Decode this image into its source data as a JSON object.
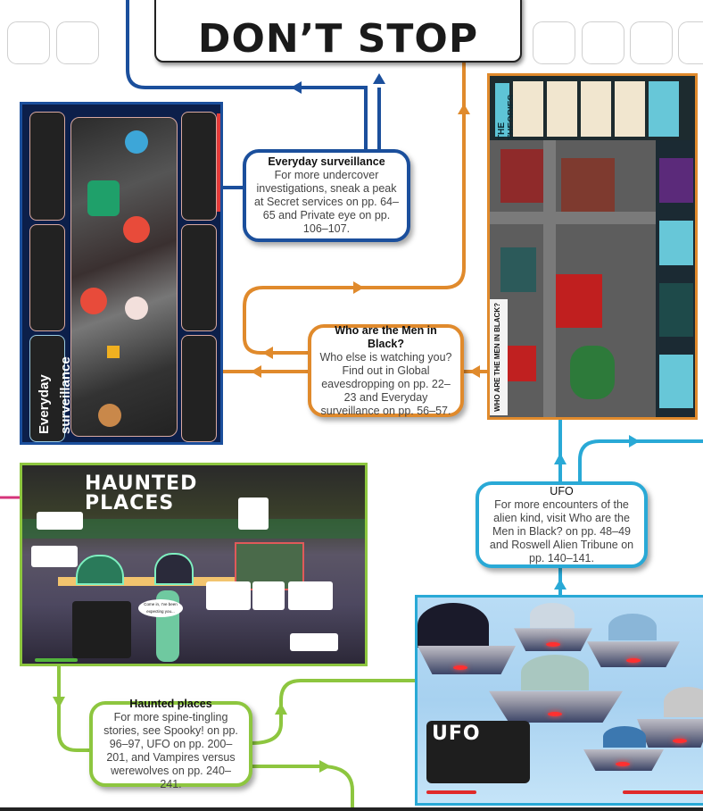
{
  "page_title": "DON’T STOP",
  "colors": {
    "blue_link": "#1b4f9c",
    "orange_link": "#e08a2c",
    "cyan_link": "#29a9d6",
    "green_link": "#8dc63f",
    "magenta_link": "#d6337a"
  },
  "spreads": [
    {
      "id": "everyday-surveillance",
      "title": "Everyday surveillance",
      "border_color": "#1b4f9c"
    },
    {
      "id": "men-in-black",
      "title": "WHO ARE THE MEN IN BLACK?",
      "sidebar_title": "THE THEORIES",
      "border_color": "#e08a2c"
    },
    {
      "id": "haunted-places",
      "title": "HAUNTED PLACES",
      "speech": "Come in, I’ve been expecting you...",
      "border_color": "#8dc63f"
    },
    {
      "id": "ufo",
      "title": "UFO",
      "border_color": "#29a9d6"
    }
  ],
  "callouts": [
    {
      "title": "Everyday surveillance",
      "body": "For more undercover investigations, sneak a peak at Secret services on pp. 64–65 and Private eye on pp. 106–107."
    },
    {
      "title": "Who are the Men in Black?",
      "body": "Who else is watching you? Find out in Global eavesdropping on pp. 22–23 and Everyday surveillance on pp. 56–57."
    },
    {
      "title": "UFO",
      "body": "For more encounters of the alien kind, visit Who are the Men in Black? on pp. 48–49 and Roswell Alien Tribune on pp. 140–141."
    },
    {
      "title": "Haunted places",
      "body": "For more spine-tingling stories, see Spooky! on pp. 96–97, UFO on pp. 200–201, and Vampires versus werewolves on pp. 240–241."
    }
  ]
}
